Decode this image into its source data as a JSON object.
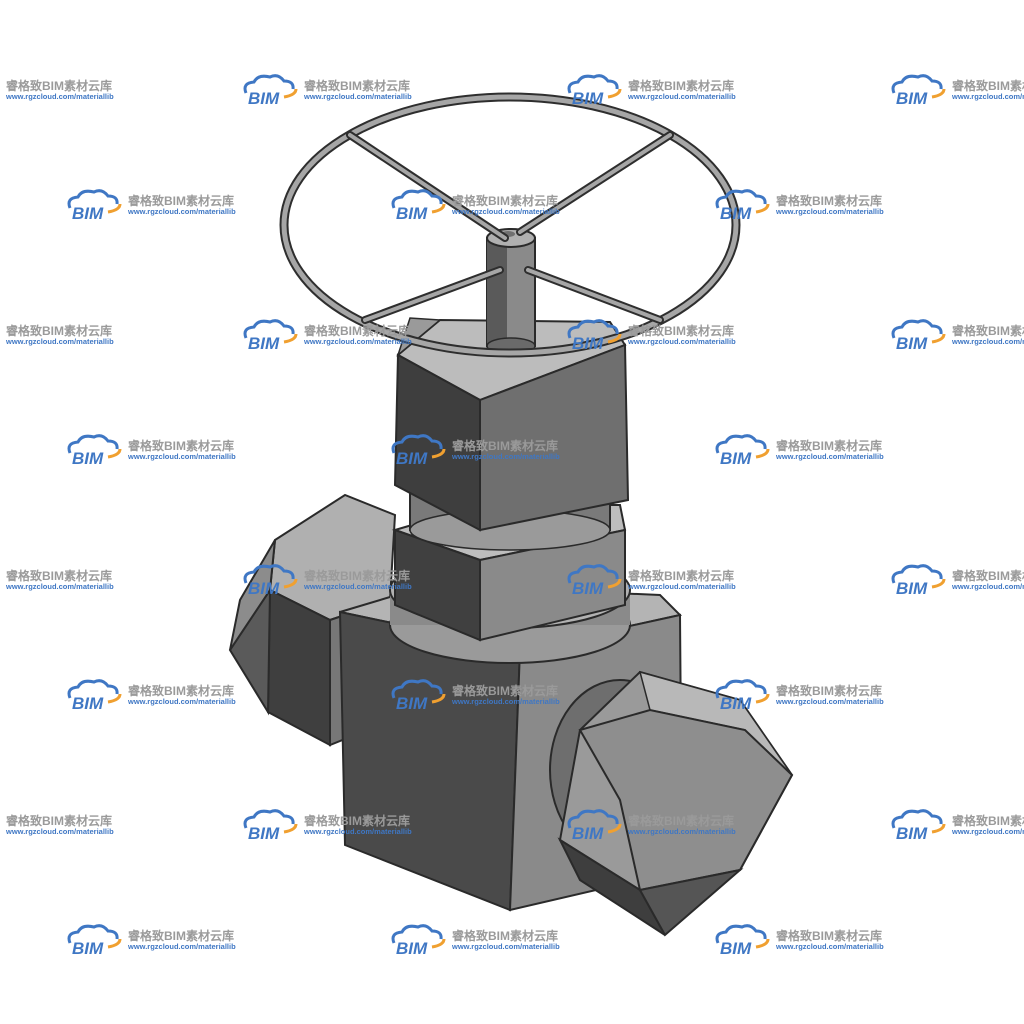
{
  "watermark": {
    "logo_text": "BIM",
    "title": "睿格致BIM素材云库",
    "url": "www.rgzcloud.com/materiallib",
    "colors": {
      "blue": "#3f77c4",
      "orange": "#f0a030",
      "gray_text": "#9a9a9a"
    }
  },
  "image": {
    "subject": "globe-valve",
    "colors": {
      "light": "#b5b5b5",
      "mid": "#8a8a8a",
      "dark": "#555555",
      "darker": "#3e3e3e",
      "outline": "#2a2a2a",
      "wheel": "#9e9e9e"
    }
  }
}
